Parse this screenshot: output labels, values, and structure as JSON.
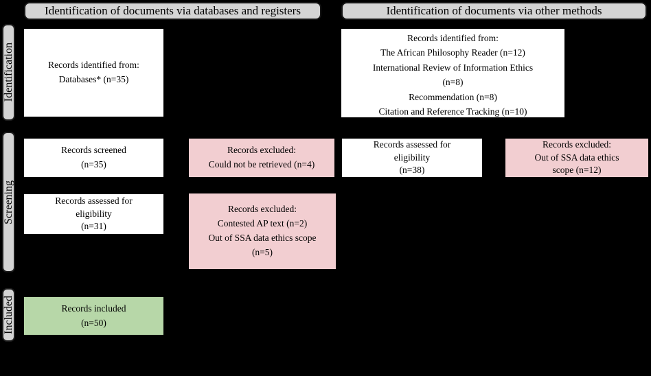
{
  "diagram": {
    "title": "PRISMA-style document identification flow diagram",
    "colors": {
      "background": "#000000",
      "header_fill": "#d4d4d4",
      "stage_tab_fill": "#d4d4d4",
      "box_white": "#ffffff",
      "box_excluded_pink": "#f2ced1",
      "box_included_green": "#b7d7a8",
      "border": "#161616",
      "text": "#000000"
    },
    "column_headers": {
      "databases": "Identification of documents via databases and registers",
      "other_methods": "Identification of documents via other methods"
    },
    "stage_tabs": {
      "identification": "Identification",
      "screening": "Screening",
      "included": "Included"
    },
    "boxes": {
      "identified_db": {
        "lines": [
          "Records identified from:",
          "Databases* (n=35)"
        ]
      },
      "identified_other": {
        "lines": [
          "Records identified from:",
          "The African Philosophy Reader (n=12)",
          "International Review of Information Ethics",
          "(n=8)",
          "Recommendation (n=8)",
          "Citation and Reference Tracking (n=10)"
        ]
      },
      "screened": {
        "lines": [
          "Records screened",
          "(n=35)"
        ]
      },
      "excluded_not_retrieved": {
        "lines": [
          "Records excluded:",
          "Could not be retrieved (n=4)"
        ]
      },
      "assessed_other": {
        "lines": [
          "Records assessed for",
          "eligibility",
          "(n=38)"
        ]
      },
      "excluded_scope_other": {
        "lines": [
          "Records excluded:",
          "Out of SSA data ethics",
          "scope (n=12)"
        ]
      },
      "assessed_db": {
        "lines": [
          "Records assessed for",
          "eligibility",
          "(n=31)"
        ]
      },
      "excluded_db": {
        "lines": [
          "Records excluded:",
          "Contested AP text (n=2)",
          "Out of SSA data ethics scope",
          "(n=5)"
        ]
      },
      "included": {
        "lines": [
          "Records included",
          "(n=50)"
        ]
      }
    }
  }
}
